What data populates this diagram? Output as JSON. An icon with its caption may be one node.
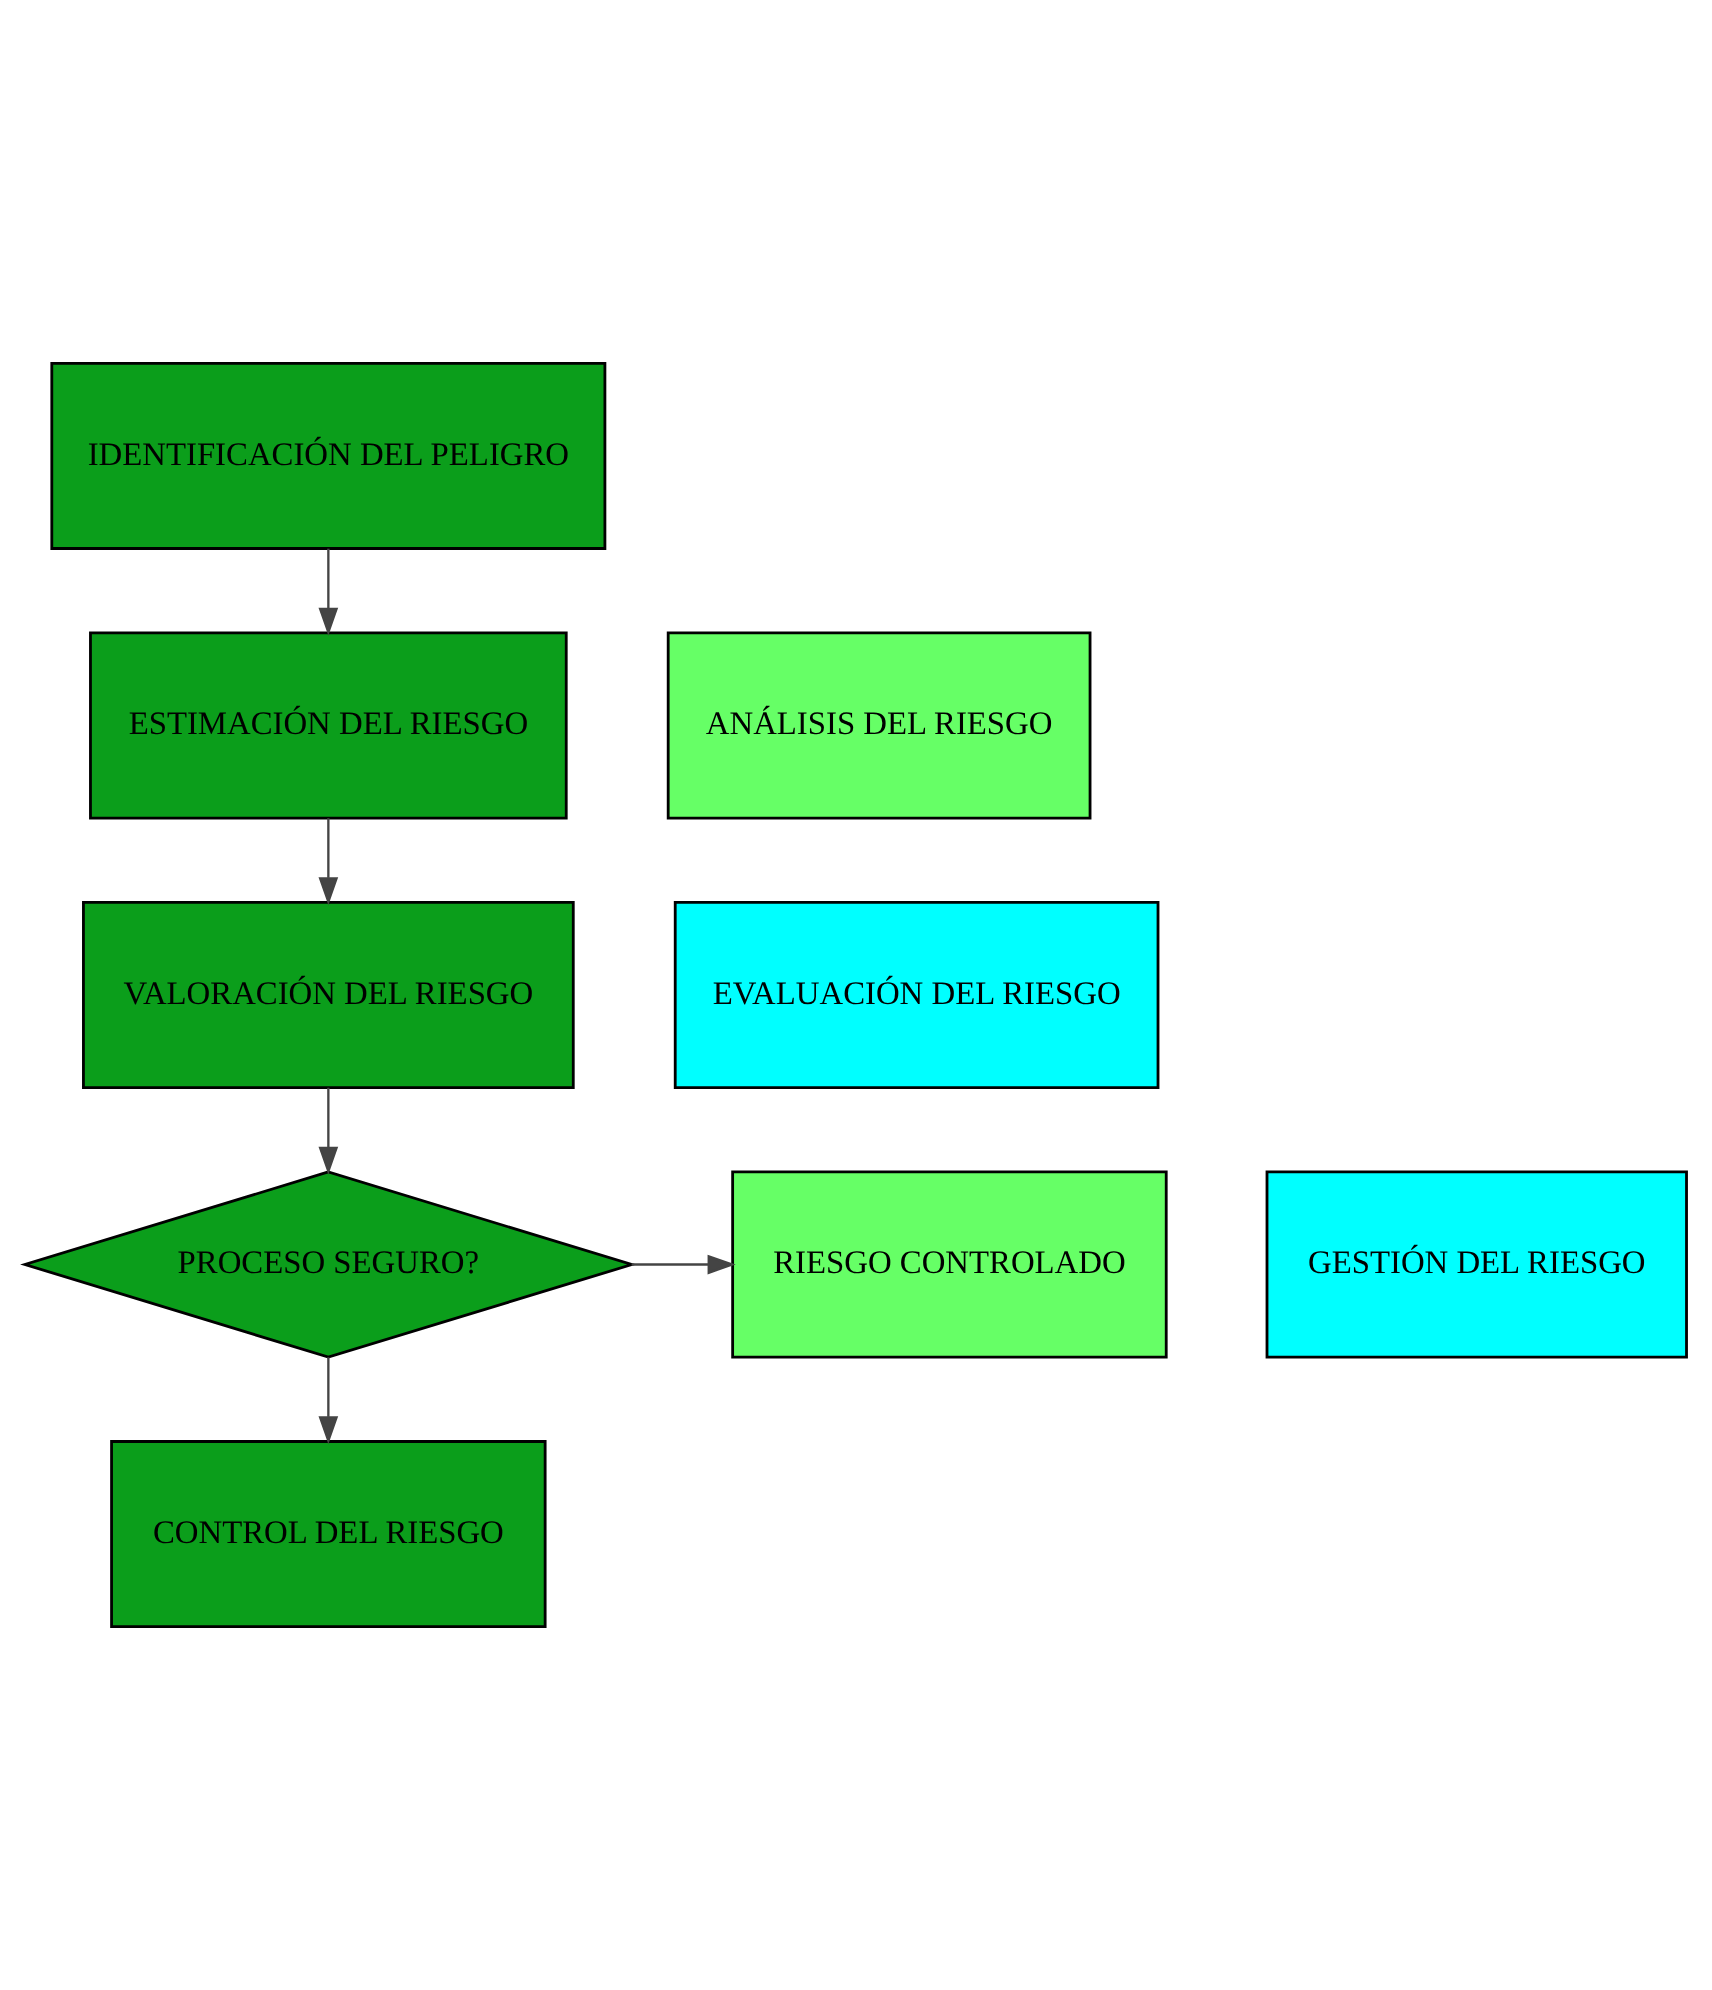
{
  "diagram": {
    "nodes": [
      {
        "text": [
          "IDENTIFICACIÓN DEL PELIGRO"
        ]
      },
      {
        "text": [
          "ANÁLISIS DEL RIESGO"
        ]
      },
      {
        "text": [
          "ESTIMACIÓN DEL RIESGO"
        ]
      },
      {
        "text": [
          "EVALUACIÓN DEL RIESGO"
        ]
      },
      {
        "text": [
          "VALORACIÓN DEL RIESGO"
        ]
      },
      {
        "text": [
          "GESTIÓN DEL RIESGO"
        ]
      },
      {
        "text": [
          "PROCESO SEGURO?"
        ]
      },
      {
        "text": [
          "RIESGO CONTROLADO"
        ]
      },
      {
        "text": [
          "CONTROL DEL RIESGO"
        ]
      }
    ],
    "edges": [
      {
        "from": 0,
        "to": 2,
        "arrow": "to"
      },
      {
        "from": 2,
        "to": 4,
        "arrow": "to"
      },
      {
        "from": 4,
        "to": 6,
        "arrow": "to"
      },
      {
        "from": 6,
        "to": 7,
        "arrow": "to"
      },
      {
        "from": 6,
        "to": 8,
        "arrow": "to"
      }
    ]
  }
}
